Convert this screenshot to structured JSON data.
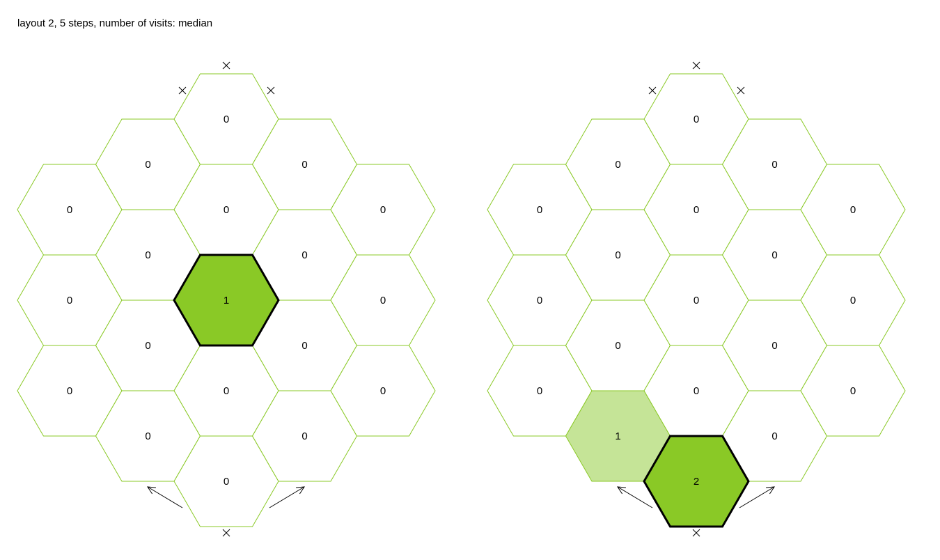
{
  "title": "layout 2, 5 steps, number of visits: median",
  "colors": {
    "edge": "#8ac926",
    "current_fill": "#8ac926",
    "visited_fill": "#c5e497",
    "empty_fill": "#ffffff",
    "current_outline": "#000000"
  },
  "boards": [
    {
      "name": "board-left",
      "cells": [
        {
          "col": 0,
          "row": 0,
          "value": "0"
        },
        {
          "col": 0,
          "row": 1,
          "value": "0"
        },
        {
          "col": 0,
          "row": 2,
          "value": "0"
        },
        {
          "col": 1,
          "row": 0,
          "value": "0"
        },
        {
          "col": 1,
          "row": 1,
          "value": "0"
        },
        {
          "col": 1,
          "row": 2,
          "value": "0"
        },
        {
          "col": 1,
          "row": 3,
          "value": "0"
        },
        {
          "col": 2,
          "row": 0,
          "value": "0"
        },
        {
          "col": 2,
          "row": 1,
          "value": "0"
        },
        {
          "col": 2,
          "row": 2,
          "value": "1",
          "state": "current"
        },
        {
          "col": 2,
          "row": 3,
          "value": "0"
        },
        {
          "col": 2,
          "row": 4,
          "value": "0"
        },
        {
          "col": 3,
          "row": 0,
          "value": "0"
        },
        {
          "col": 3,
          "row": 1,
          "value": "0"
        },
        {
          "col": 3,
          "row": 2,
          "value": "0"
        },
        {
          "col": 3,
          "row": 3,
          "value": "0"
        },
        {
          "col": 4,
          "row": 0,
          "value": "0"
        },
        {
          "col": 4,
          "row": 1,
          "value": "0"
        },
        {
          "col": 4,
          "row": 2,
          "value": "0"
        }
      ]
    },
    {
      "name": "board-right",
      "cells": [
        {
          "col": 0,
          "row": 0,
          "value": "0"
        },
        {
          "col": 0,
          "row": 1,
          "value": "0"
        },
        {
          "col": 0,
          "row": 2,
          "value": "0"
        },
        {
          "col": 1,
          "row": 0,
          "value": "0"
        },
        {
          "col": 1,
          "row": 1,
          "value": "0"
        },
        {
          "col": 1,
          "row": 2,
          "value": "0"
        },
        {
          "col": 1,
          "row": 3,
          "value": "1",
          "state": "visited"
        },
        {
          "col": 2,
          "row": 0,
          "value": "0"
        },
        {
          "col": 2,
          "row": 1,
          "value": "0"
        },
        {
          "col": 2,
          "row": 2,
          "value": "0"
        },
        {
          "col": 2,
          "row": 3,
          "value": "0"
        },
        {
          "col": 2,
          "row": 4,
          "value": "2",
          "state": "current"
        },
        {
          "col": 3,
          "row": 0,
          "value": "0"
        },
        {
          "col": 3,
          "row": 1,
          "value": "0"
        },
        {
          "col": 3,
          "row": 2,
          "value": "0"
        },
        {
          "col": 3,
          "row": 3,
          "value": "0"
        },
        {
          "col": 4,
          "row": 0,
          "value": "0"
        },
        {
          "col": 4,
          "row": 1,
          "value": "0"
        },
        {
          "col": 4,
          "row": 2,
          "value": "0"
        }
      ]
    }
  ]
}
